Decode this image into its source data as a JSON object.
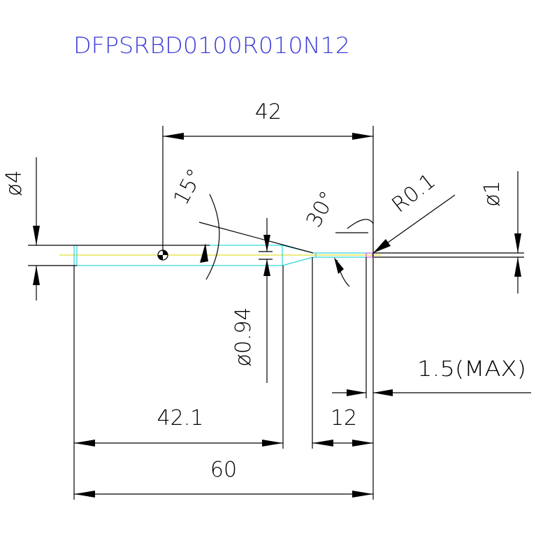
{
  "title": "DFPSRBD0100R010N12",
  "dimensions": {
    "overall_length": "60",
    "shank_length": "42.1",
    "neck_length": "12",
    "flute_length": "1.5(MAX)",
    "datum_length": "42",
    "shank_diameter": "ø4",
    "neck_diameter": "ø0.94",
    "cutting_diameter": "ø1",
    "corner_radius": "R0.1",
    "taper_angle": "15°",
    "neck_angle": "30°"
  },
  "colors": {
    "title": "#3c3cd8",
    "outline": "#000000",
    "tool_body": "#00cccc",
    "centerline": "#d8d800",
    "tip": "#cc44cc"
  }
}
